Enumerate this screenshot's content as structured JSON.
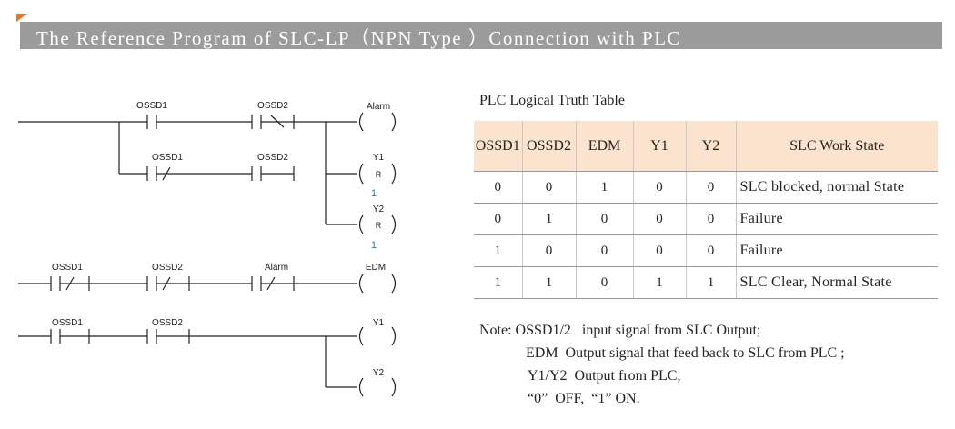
{
  "header": {
    "title": "The Reference  Program of SLC-LP（NPN Type ）Connection with PLC"
  },
  "ladder": {
    "rungs": [
      {
        "contacts": [
          "OSSD1",
          "OSSD2"
        ],
        "coil": "Alarm"
      },
      {
        "contacts": [
          "OSSD1",
          "OSSD2"
        ],
        "coils": [
          {
            "name": "Y1",
            "type": "R",
            "value": "1"
          },
          {
            "name": "Y2",
            "type": "R",
            "value": "1"
          }
        ]
      },
      {
        "contacts": [
          "OSSD1",
          "OSSD2",
          "Alarm"
        ],
        "coil": "EDM"
      },
      {
        "contacts": [
          "OSSD1",
          "OSSD2"
        ],
        "coils": [
          "Y1",
          "Y2"
        ]
      }
    ]
  },
  "table": {
    "title": "PLC Logical Truth Table",
    "headers": [
      "OSSD1",
      "OSSD2",
      "EDM",
      "Y1",
      "Y2",
      "SLC Work State"
    ],
    "rows": [
      [
        "0",
        "0",
        "1",
        "0",
        "0",
        "SLC blocked, normal State"
      ],
      [
        "0",
        "1",
        "0",
        "0",
        "0",
        "Failure"
      ],
      [
        "1",
        "0",
        "0",
        "0",
        "0",
        "Failure"
      ],
      [
        "1",
        "1",
        "0",
        "1",
        "1",
        "SLC Clear, Normal State"
      ]
    ]
  },
  "notes": {
    "line1": "Note: OSSD1/2   input signal from SLC Output;",
    "line2": "EDM  Output signal that feed back to SLC from PLC ;",
    "line3": "Y1/Y2  Output from PLC,",
    "line4": "“0”  OFF,  “1” ON."
  }
}
